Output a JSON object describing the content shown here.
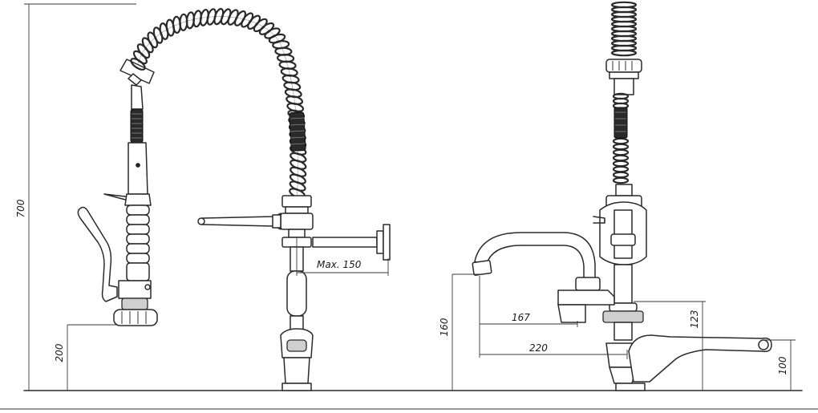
{
  "dimensions": {
    "overall_height": "700",
    "base_height": "200",
    "max_wall_offset": "Max. 150",
    "spout_height": "160",
    "spout_reach": "167",
    "lever_reach": "220",
    "body_height": "123",
    "lever_height": "100"
  },
  "colors": {
    "line": "#2a2a2a",
    "grip": "#2a2a2a",
    "dimension_text_vertical": "#2e5a2e"
  }
}
